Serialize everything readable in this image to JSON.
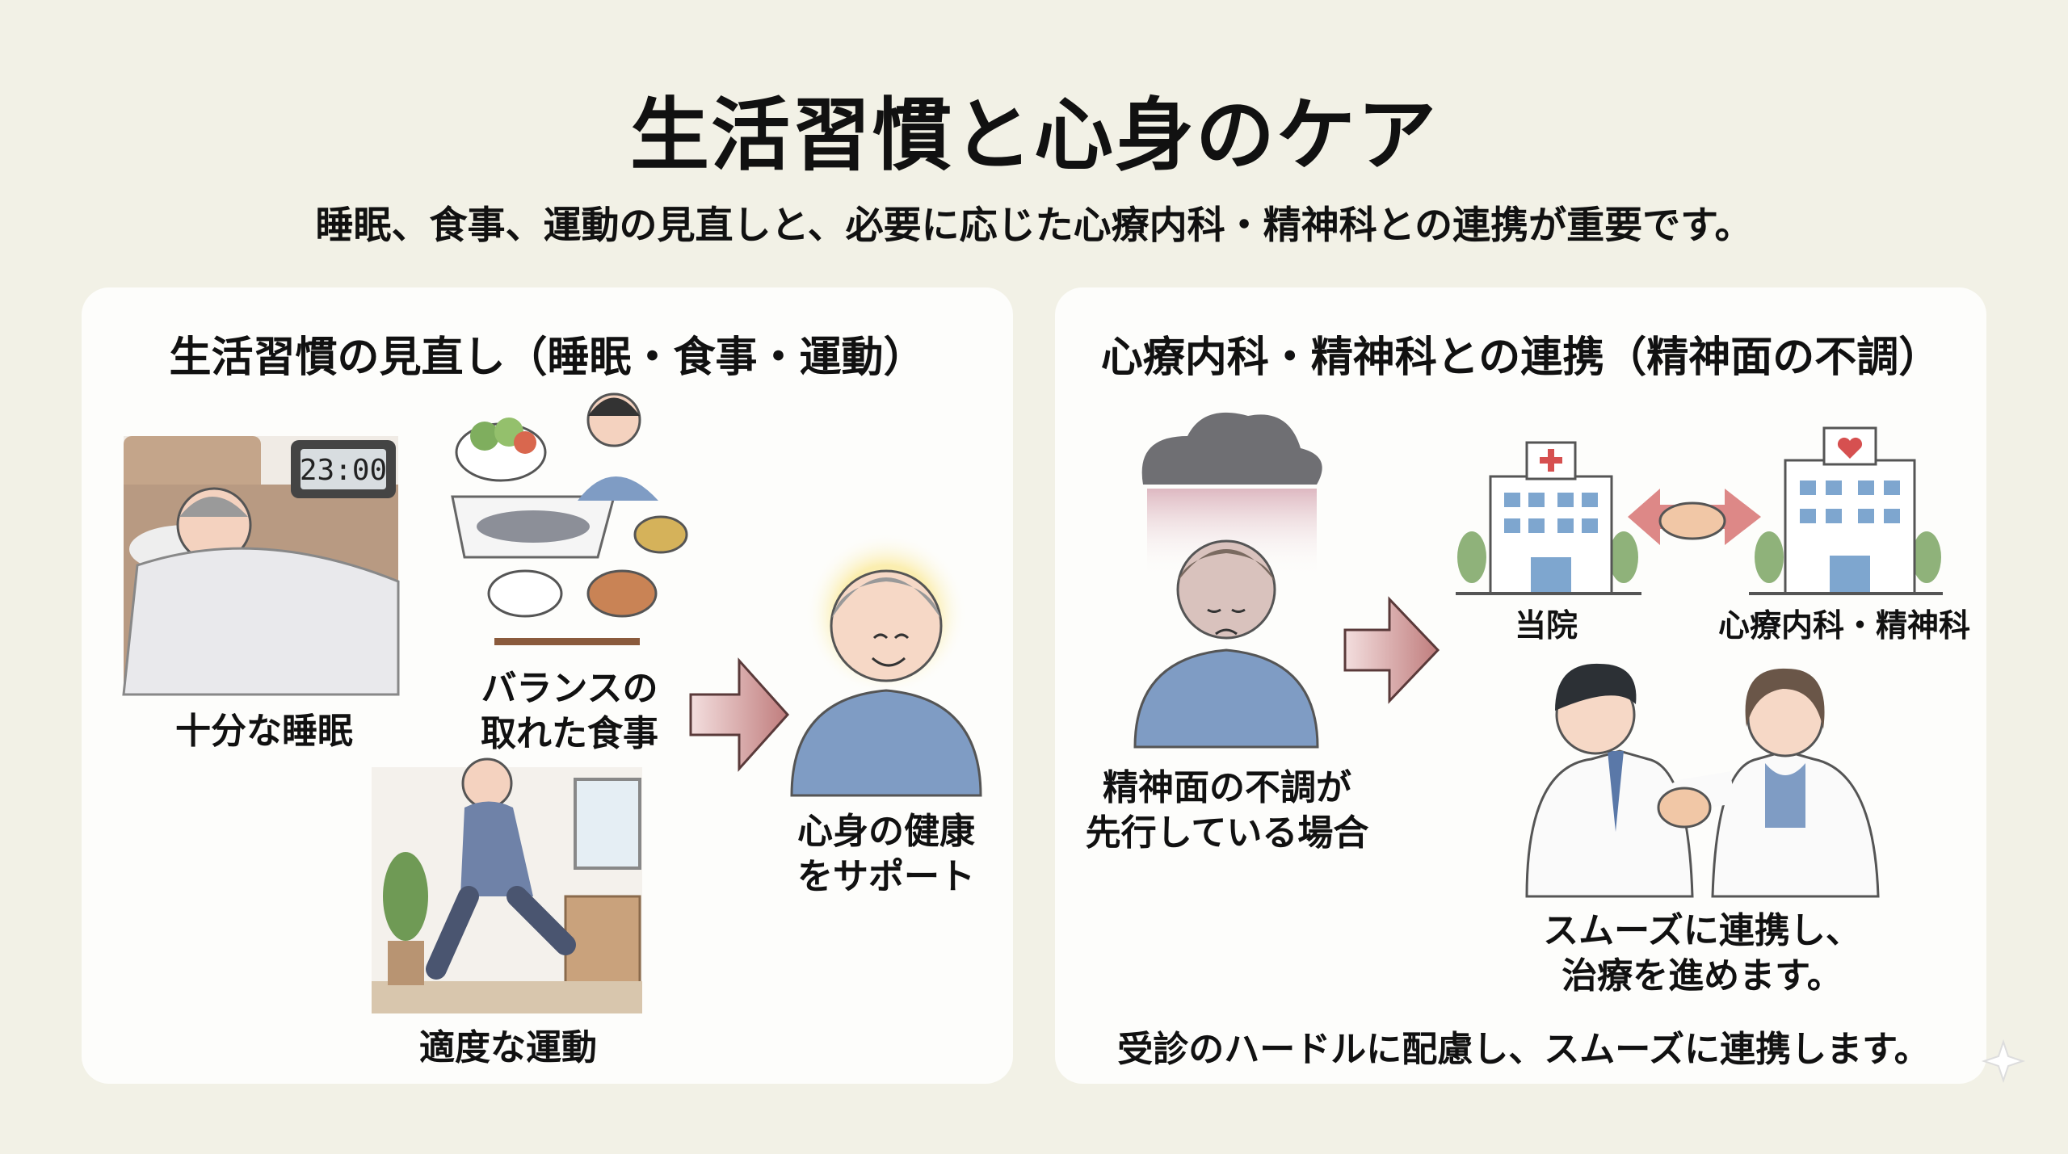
{
  "header": {
    "title": "生活習慣と心身のケア",
    "subtitle": "睡眠、食事、運動の見直しと、必要に応じた心療内科・精神科との連携が重要です。"
  },
  "left_panel": {
    "heading": "生活習慣の見直し（睡眠・食事・運動）",
    "clock_time": "23:00",
    "sleep_label": "十分な睡眠",
    "meal_label_line1": "バランスの",
    "meal_label_line2": "取れた食事",
    "exercise_label": "適度な運動",
    "result_label_line1": "心身の健康",
    "result_label_line2": "をサポート"
  },
  "right_panel": {
    "heading": "心療内科・精神科との連携（精神面の不調）",
    "condition_label_line1": "精神面の不調が",
    "condition_label_line2": "先行している場合",
    "our_clinic_label": "当院",
    "partner_label": "心療内科・精神科",
    "cooperation_line1": "スムーズに連携し、",
    "cooperation_line2": "治療を進めます。",
    "footer": "受診のハードルに配慮し、スムーズに連携します。"
  },
  "colors": {
    "background": "#f2f1e6",
    "panel": "#fdfdfb",
    "shirt_blue": "#7f9cc4",
    "arrow_red": "#c98a8a",
    "tree_green": "#8fb27a"
  }
}
